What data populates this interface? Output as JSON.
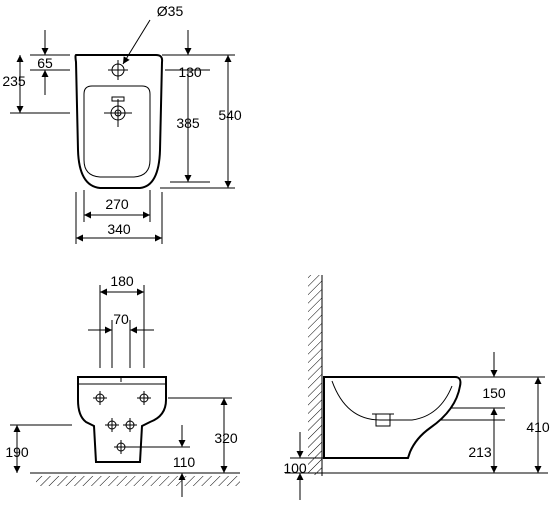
{
  "top_view": {
    "dia_hole": "Ø35",
    "dim_65": "65",
    "dim_235": "235",
    "dim_130": "130",
    "dim_385": "385",
    "dim_540": "540",
    "dim_270": "270",
    "dim_340": "340"
  },
  "front_view": {
    "dim_180": "180",
    "dim_70": "70",
    "dim_190": "190",
    "dim_320": "320",
    "dim_110": "110"
  },
  "side_view": {
    "dim_150": "150",
    "dim_410": "410",
    "dim_213": "213",
    "dim_100": "100"
  }
}
